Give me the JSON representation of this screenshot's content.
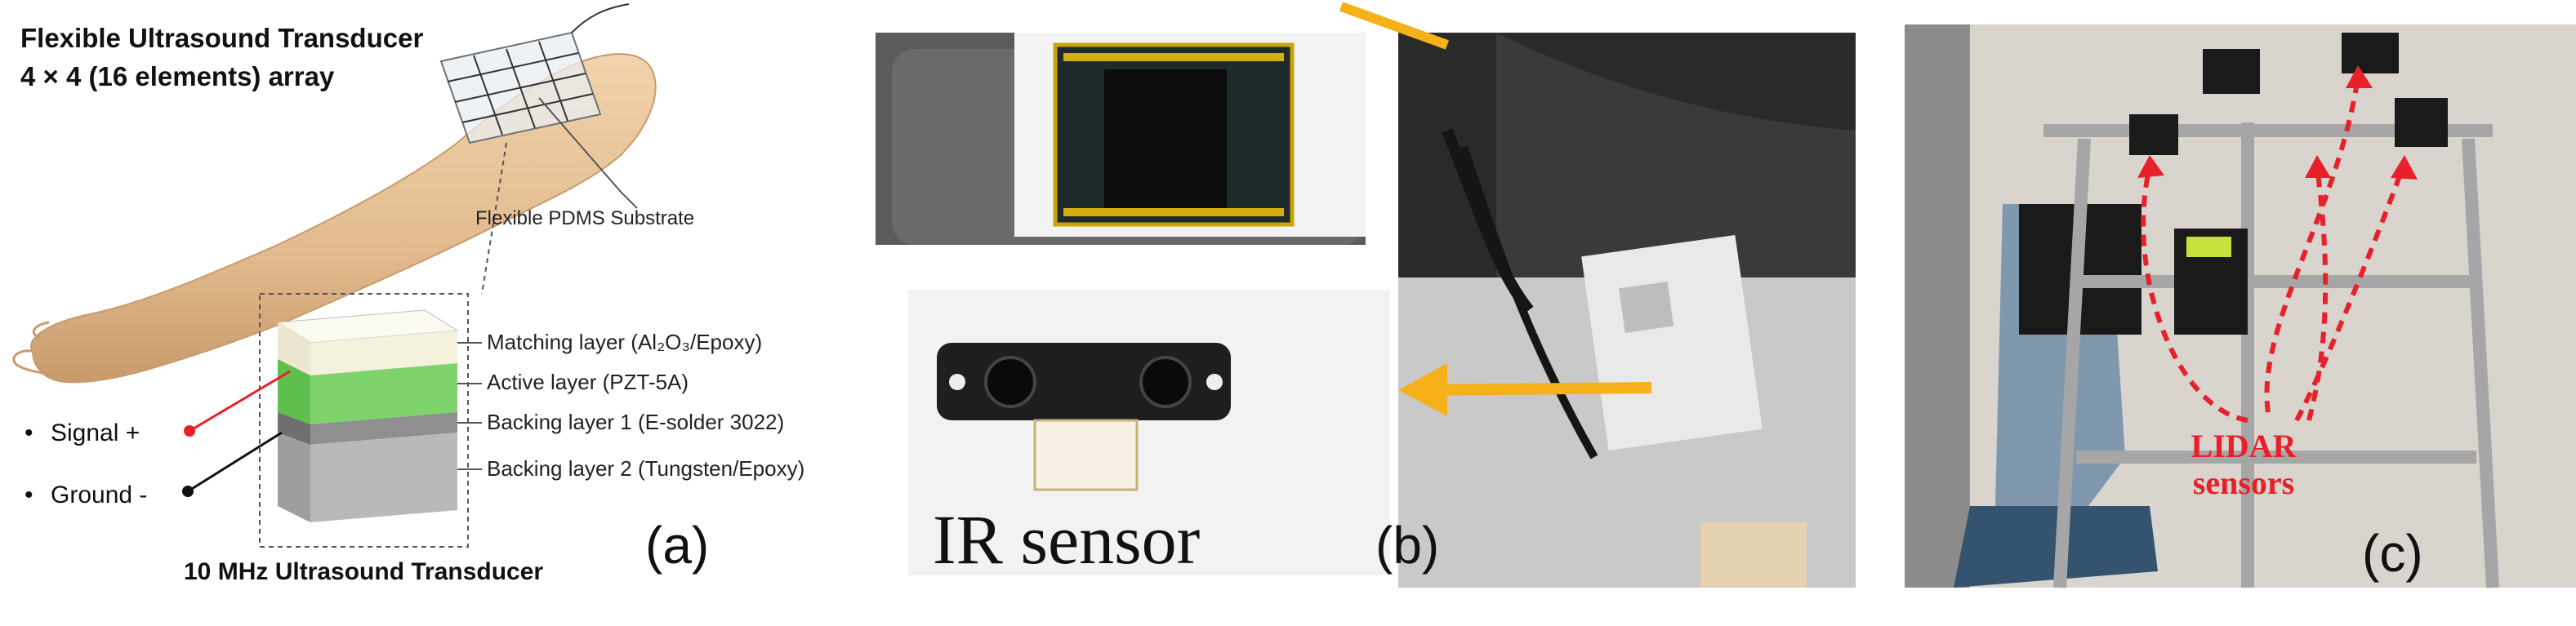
{
  "panel_a": {
    "title_line1": "Flexible Ultrasound Transducer",
    "title_line2": "4 × 4 (16 elements) array",
    "substrate_label": "Flexible PDMS Substrate",
    "layers": [
      {
        "label": "Matching layer (Al₂O₃/Epoxy)",
        "color": "#f4f1dc"
      },
      {
        "label": "Active layer (PZT-5A)",
        "color": "#7fd36b"
      },
      {
        "label": "Backing layer 1 (E-solder 3022)",
        "color": "#8f8f8f"
      },
      {
        "label": "Backing layer 2 (Tungsten/Epoxy)",
        "color": "#b9b9b9"
      }
    ],
    "signal_label": "Signal +",
    "ground_label": "Ground -",
    "footer": "10 MHz Ultrasound Transducer",
    "panel_letter": "(a)"
  },
  "panel_b": {
    "ir_caption": "IR sensor",
    "panel_letter": "(b)"
  },
  "panel_c": {
    "sensor_label_line1": "LIDAR",
    "sensor_label_line2": "sensors",
    "panel_letter": "(c)"
  },
  "colors": {
    "signal_wire": "#e8202a",
    "arrow_yellow": "#f5b01a",
    "lidar_red": "#e8202a",
    "arm_skin": "#e6c39a"
  }
}
